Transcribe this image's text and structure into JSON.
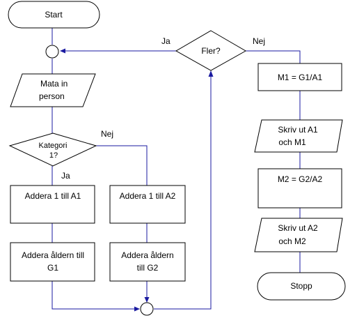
{
  "nodes": {
    "start": "Start",
    "input_person": [
      "Mata in",
      "person"
    ],
    "decision_category": [
      "Kategori",
      "1?"
    ],
    "add_a1": "Addera 1 till A1",
    "add_a2": "Addera 1 till A2",
    "add_age_g1": [
      "Addera åldern till",
      "G1"
    ],
    "add_age_g2": [
      "Addera åldern",
      "till G2"
    ],
    "decision_more": "Fler?",
    "calc_m1": "M1 = G1/A1",
    "print_a1_m1": [
      "Skriv ut A1",
      "och M1"
    ],
    "calc_m2": "M2 = G2/A2",
    "print_a2_m2": [
      "Skriv ut A2",
      "och M2"
    ],
    "stop": "Stopp"
  },
  "edge_labels": {
    "category_yes": "Ja",
    "category_no": "Nej",
    "more_yes": "Ja",
    "more_no": "Nej"
  },
  "colors": {
    "edge": "#1a1aa0",
    "shape_stroke": "#000000",
    "shape_fill": "#ffffff"
  }
}
